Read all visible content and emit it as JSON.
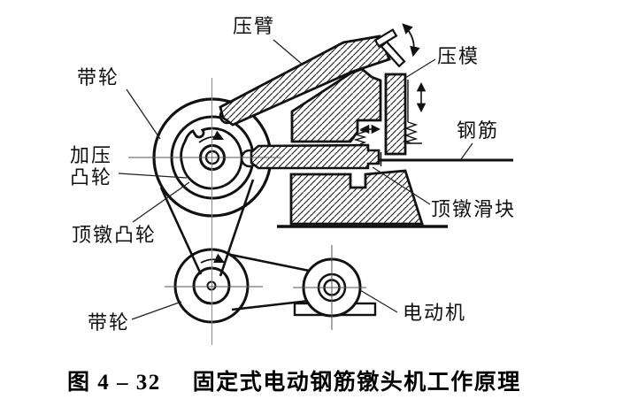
{
  "figure": {
    "labels": {
      "press_arm": "压臂",
      "pulley_top": "带轮",
      "pressure_cam_line1": "加压",
      "pressure_cam_line2": "凸轮",
      "heading_cam": "顶镦凸轮",
      "pulley_bottom": "带轮",
      "press_die": "压模",
      "rebar": "钢筋",
      "heading_slider": "顶镦滑块",
      "motor": "电动机"
    },
    "caption": {
      "figure_number": "图 4 – 32",
      "title": "固定式电动钢筋镦头机工作原理"
    },
    "colors": {
      "line": "#111111",
      "centerline": "#8a8a8a",
      "background": "#ffffff"
    }
  }
}
